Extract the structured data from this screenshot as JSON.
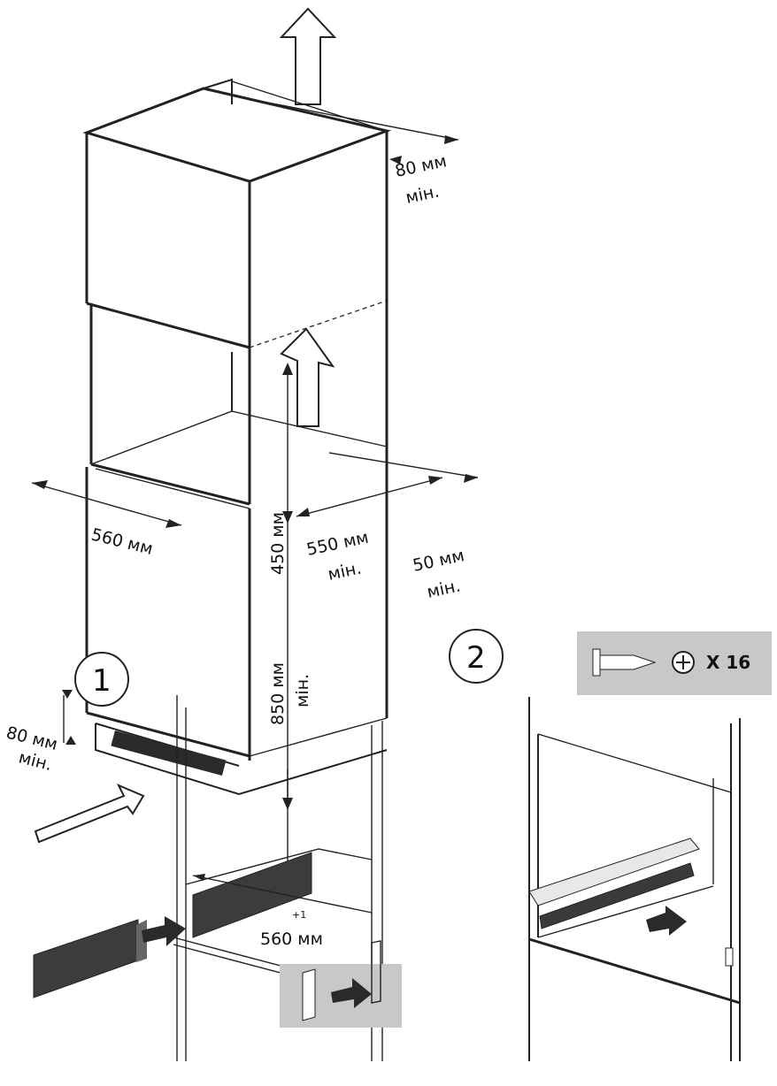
{
  "step_1_number": "1",
  "step_2_number": "2",
  "dimensions": {
    "top_vent": {
      "value": "80 мм",
      "suffix": "мін."
    },
    "width": {
      "value": "560 мм"
    },
    "niche_height": {
      "value": "450 мм"
    },
    "depth": {
      "value": "550 мм",
      "suffix": "мін."
    },
    "rear_gap": {
      "value": "50 мм",
      "suffix": "мін."
    },
    "base_height": {
      "value": "850 мм",
      "suffix": "мін."
    },
    "front_vent": {
      "value": "80 мм",
      "suffix": "мін."
    },
    "lower_width": {
      "value": "560 мм",
      "tolerance": "+1"
    }
  },
  "screw_box": {
    "icon": "screw-icon",
    "head_icon": "phillips-head-icon",
    "quantity": "X 16"
  },
  "colors": {
    "panel": "#3c3c3c",
    "box": "#c8c8c8",
    "line": "#222222"
  }
}
